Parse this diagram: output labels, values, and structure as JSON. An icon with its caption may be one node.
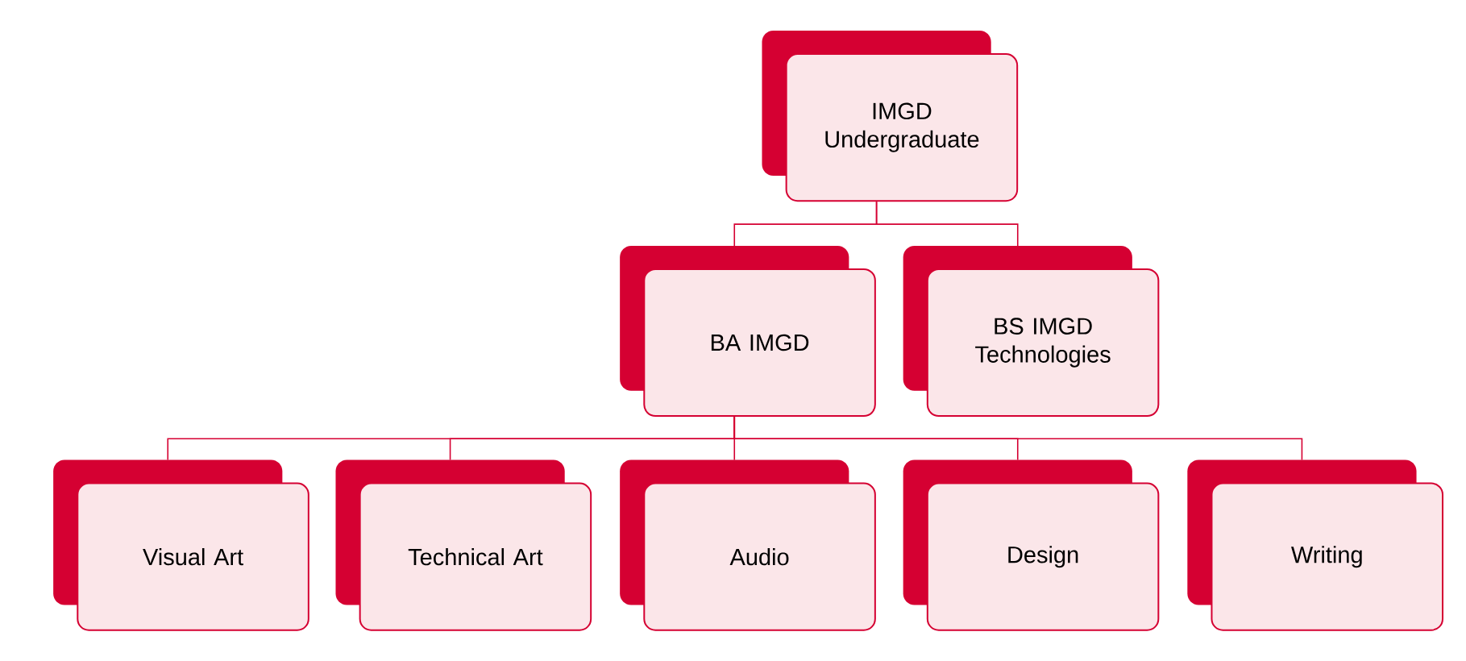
{
  "diagram": {
    "nodes": [
      {
        "text": [
          "IMGD Undergraduate"
        ]
      },
      {
        "text": [
          "BA IMGD"
        ]
      },
      {
        "text": [
          "BS IMGD Technologies"
        ]
      },
      {
        "text": [
          "Visual Art"
        ]
      },
      {
        "text": [
          "Technical Art"
        ]
      },
      {
        "text": [
          "Audio"
        ]
      },
      {
        "text": [
          "Design"
        ]
      },
      {
        "text": [
          "Writing"
        ]
      }
    ],
    "edges": [
      {
        "from": 0,
        "to": 1,
        "arrow": "none"
      },
      {
        "from": 0,
        "to": 2,
        "arrow": "none"
      },
      {
        "from": 1,
        "to": 3,
        "arrow": "none"
      },
      {
        "from": 1,
        "to": 4,
        "arrow": "none"
      },
      {
        "from": 1,
        "to": 5,
        "arrow": "none"
      },
      {
        "from": 1,
        "to": 6,
        "arrow": "none"
      },
      {
        "from": 1,
        "to": 7,
        "arrow": "none"
      }
    ]
  }
}
